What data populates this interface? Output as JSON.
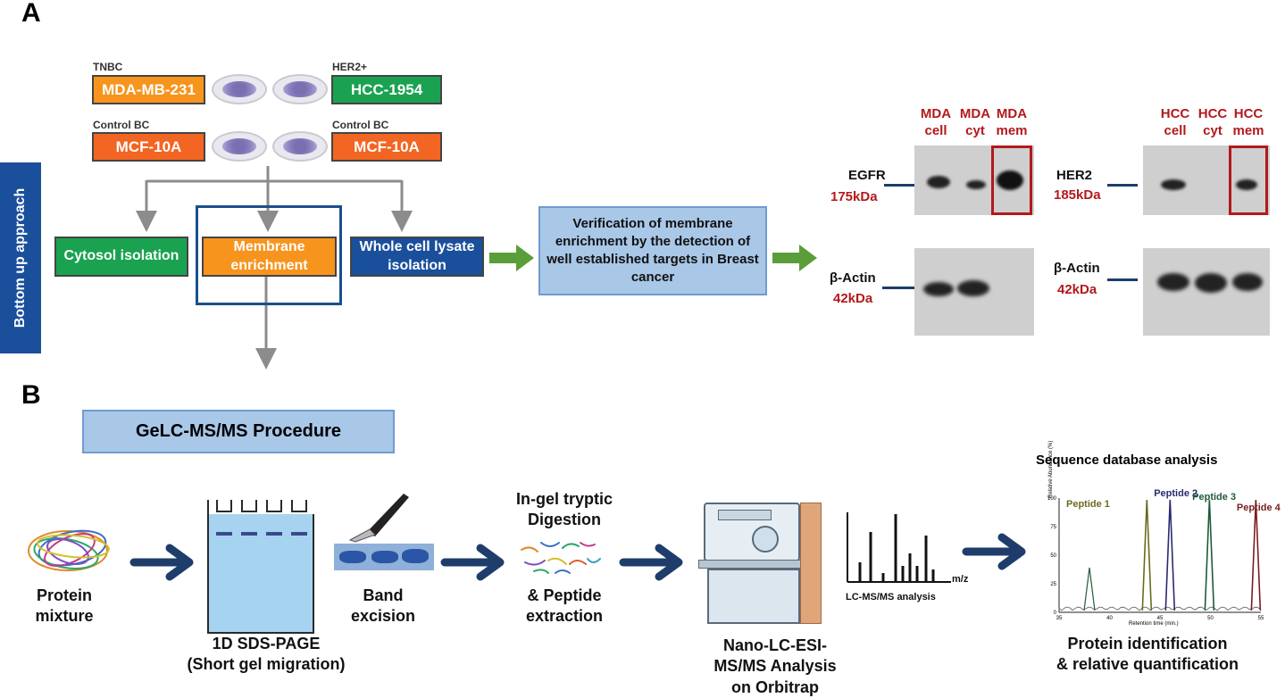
{
  "panel_a": {
    "letter": "A",
    "side_label": "Bottom up approach",
    "groups": {
      "tnbc_label": "TNBC",
      "her2_label": "HER2+",
      "control_left_label": "Control BC",
      "control_right_label": "Control BC"
    },
    "cells": {
      "mda": "MDA-MB-231",
      "hcc": "HCC-1954",
      "mcf_left": "MCF-10A",
      "mcf_right": "MCF-10A"
    },
    "steps": {
      "cytosol": "Cytosol isolation",
      "membrane": "Membrane enrichment",
      "whole": "Whole cell lysate isolation"
    },
    "verification": "Verification of membrane enrichment by the detection of well established targets in Breast cancer",
    "blot_egfr": {
      "col1_a": "MDA",
      "col1_b": "cell",
      "col2_a": "MDA",
      "col2_b": "cyt",
      "col3_a": "MDA",
      "col3_b": "mem",
      "target": "EGFR",
      "target_kda": "175kDa",
      "actin": "β-Actin",
      "actin_kda": "42kDa"
    },
    "blot_her2": {
      "col1_a": "HCC",
      "col1_b": "cell",
      "col2_a": "HCC",
      "col2_b": "cyt",
      "col3_a": "HCC",
      "col3_b": "mem",
      "target": "HER2",
      "target_kda": "185kDa",
      "actin": "β-Actin",
      "actin_kda": "42kDa"
    }
  },
  "panel_b": {
    "letter": "B",
    "title": "GeLC-MS/MS Procedure",
    "steps": {
      "protein_mixture_1": "Protein",
      "protein_mixture_2": "mixture",
      "sds_1": "1D SDS-PAGE",
      "sds_2": "(Short gel migration)",
      "band_1": "Band",
      "band_2": "excision",
      "ingel_1": "In-gel tryptic",
      "ingel_2": "Digestion",
      "peptide_1": "& Peptide",
      "peptide_2": "extraction",
      "nano_1": "Nano-LC-ESI-",
      "nano_2": "MS/MS Analysis",
      "nano_3": "on Orbitrap",
      "lcms": "LC-MS/MS analysis",
      "mz": "m/z",
      "seq_db": "Sequence database analysis",
      "protein_id_1": "Protein identification",
      "protein_id_2": "& relative quantification"
    },
    "chromatogram": {
      "peptides": [
        "Peptide 1",
        "Peptide 2",
        "Peptide 3",
        "Peptide 4"
      ],
      "peptide_colors": [
        "#6b6b1e",
        "#2a2a70",
        "#1e5a3a",
        "#7a1e1e"
      ],
      "y_ticks": [
        "100",
        "75",
        "50",
        "25",
        "0"
      ],
      "x_ticks": [
        "35",
        "40",
        "45",
        "50",
        "55"
      ],
      "ylabel": "Relative Abundance (%)",
      "xlabel": "Retention time (min.)"
    }
  }
}
